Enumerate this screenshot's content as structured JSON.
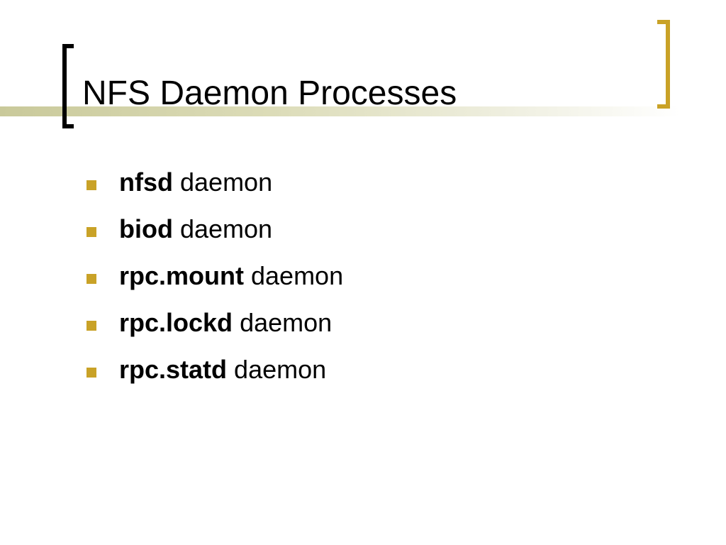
{
  "slide": {
    "title": "NFS Daemon Processes",
    "accent_color": "#c9a227",
    "bullets": [
      {
        "command": "nfsd",
        "suffix": " daemon"
      },
      {
        "command": "biod",
        "suffix": " daemon"
      },
      {
        "command": "rpc.mount",
        "suffix": " daemon"
      },
      {
        "command": "rpc.lockd",
        "suffix": " daemon"
      },
      {
        "command": "rpc.statd",
        "suffix": " daemon"
      }
    ]
  }
}
